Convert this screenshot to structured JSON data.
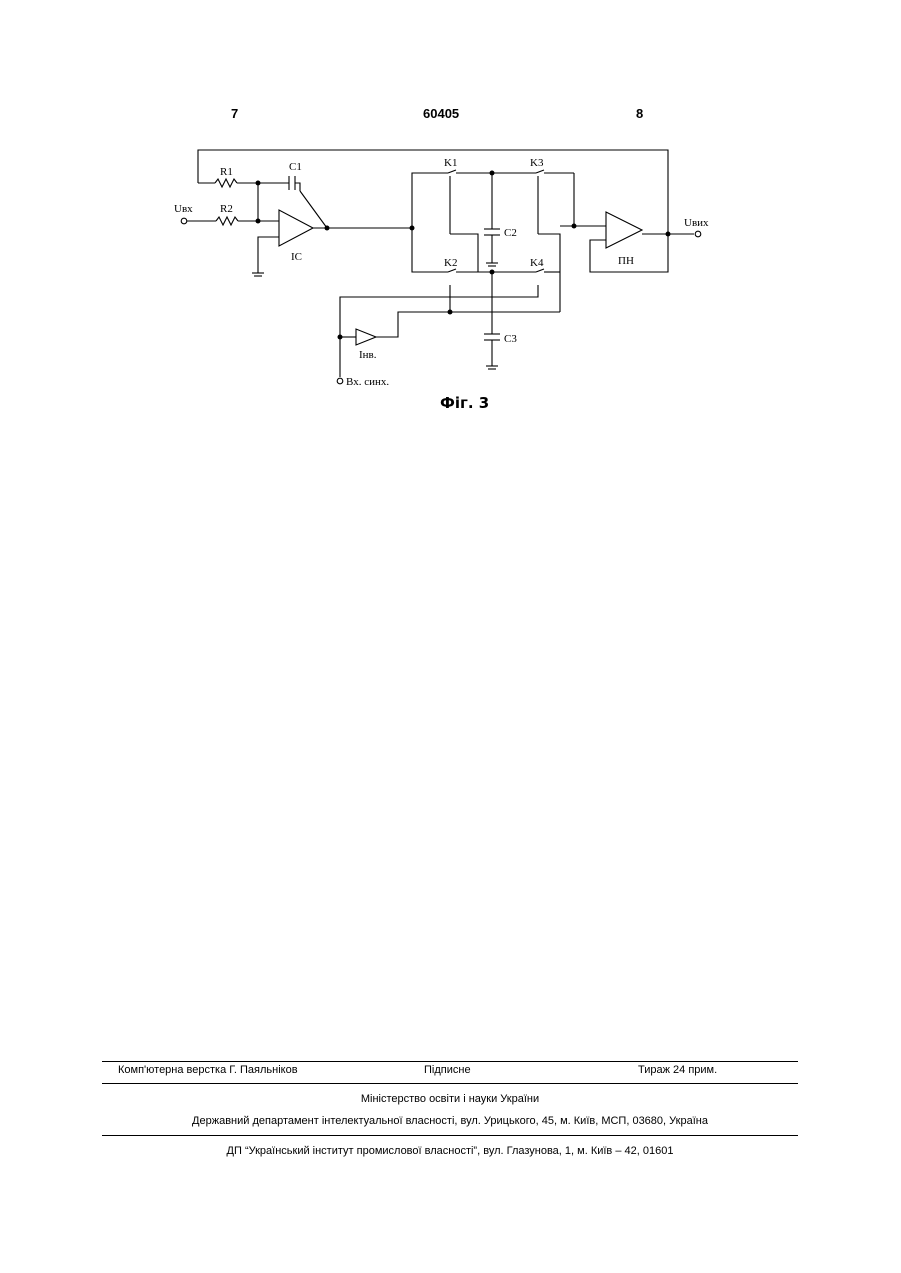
{
  "header": {
    "page_left": "7",
    "patent_number": "60405",
    "page_right": "8"
  },
  "figure": {
    "caption": "Фіг. 3",
    "labels": {
      "r1": "R1",
      "r2": "R2",
      "c1": "C1",
      "c2": "C2",
      "c3": "C3",
      "k1": "K1",
      "k2": "K2",
      "k3": "K3",
      "k4": "K4",
      "ic": "IC",
      "pn": "ПН",
      "u_in": "Uвх",
      "u_out": "Uвих",
      "inverter": "Інв.",
      "sync_input": "Вх. синх."
    }
  },
  "footer": {
    "typesetting": "Комп'ютерна верстка Г. Паяльніков",
    "signed": "Підписне",
    "circulation": "Тираж 24 прим.",
    "ministry": "Міністерство освіти і науки України",
    "department": "Державний департамент інтелектуальної власності, вул. Урицького, 45, м. Київ, МСП, 03680, Україна",
    "institute": "ДП “Український інститут промислової власності”, вул. Глазунова, 1, м. Київ – 42, 01601"
  }
}
